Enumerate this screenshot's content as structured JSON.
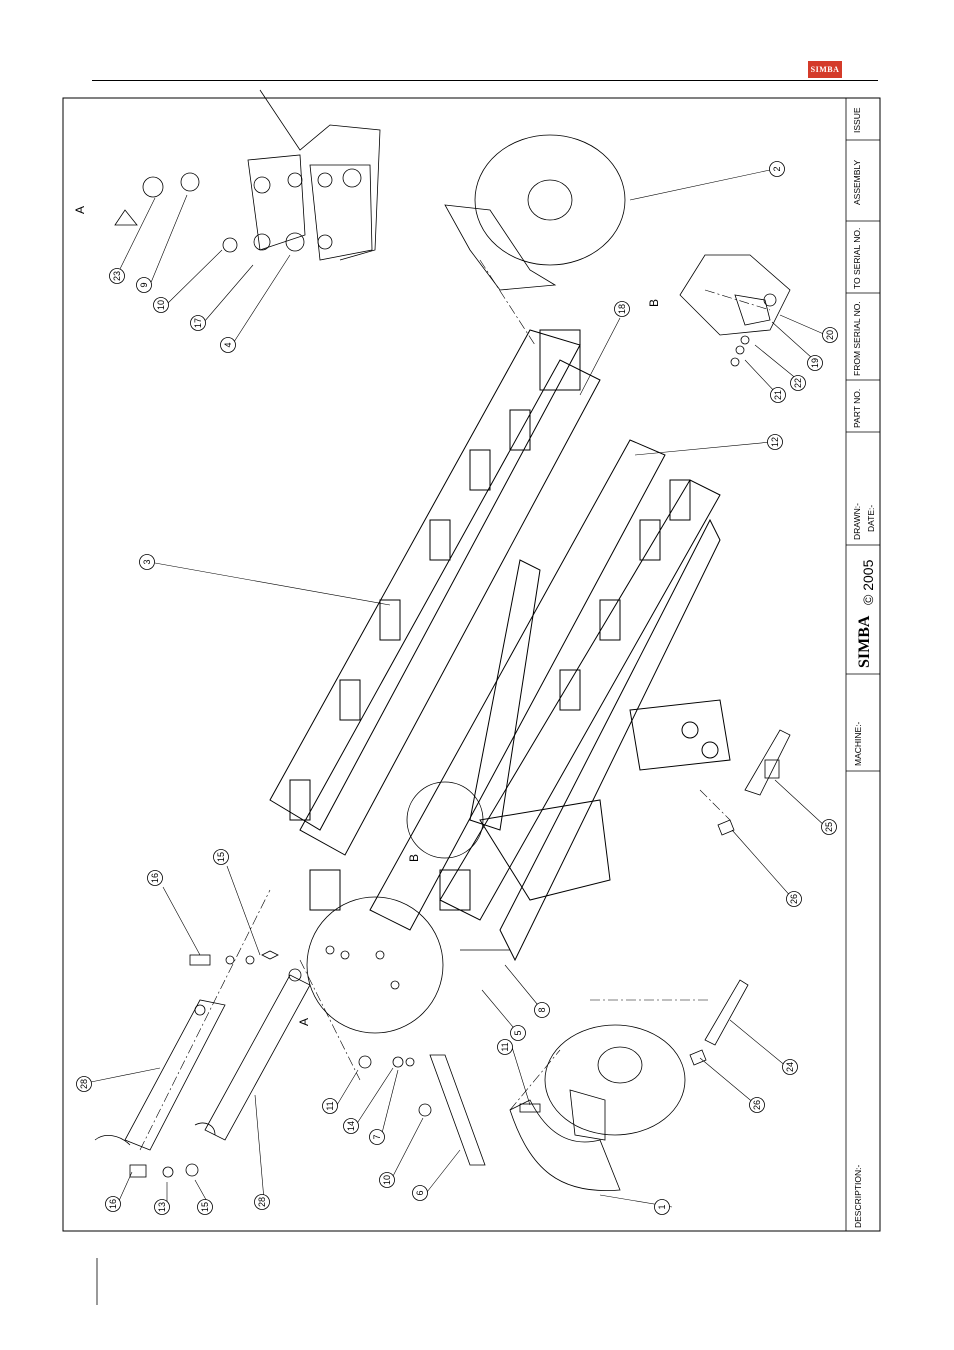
{
  "header": {
    "logo_text": "SIMBA"
  },
  "title_block": {
    "description_label": "DESCRIPTION:-",
    "machine_label": "MACHINE:-",
    "brand": "SIMBA",
    "copyright": "© 2005",
    "drawn_label": "DRAWN:-",
    "date_label": "DATE:-",
    "part_no_label": "PART NO.",
    "from_serial_label": "FROM SERIAL NO.",
    "to_serial_label": "TO SERIAL NO.",
    "assembly_label": "ASSEMBLY",
    "issue_label": "ISSUE"
  },
  "views": {
    "a_top": "A",
    "b_right": "B",
    "b_centre": "B",
    "a_bottom": "A"
  },
  "callouts": [
    "1",
    "2",
    "3",
    "4",
    "5",
    "6",
    "7",
    "8",
    "9",
    "10",
    "10",
    "11",
    "11",
    "12",
    "13",
    "14",
    "15",
    "15",
    "16",
    "16",
    "17",
    "18",
    "19",
    "20",
    "21",
    "22",
    "23",
    "24",
    "25",
    "26",
    "26",
    "28",
    "28"
  ],
  "colors": {
    "ink": "#000000",
    "logo_red": "#d43b2a"
  }
}
